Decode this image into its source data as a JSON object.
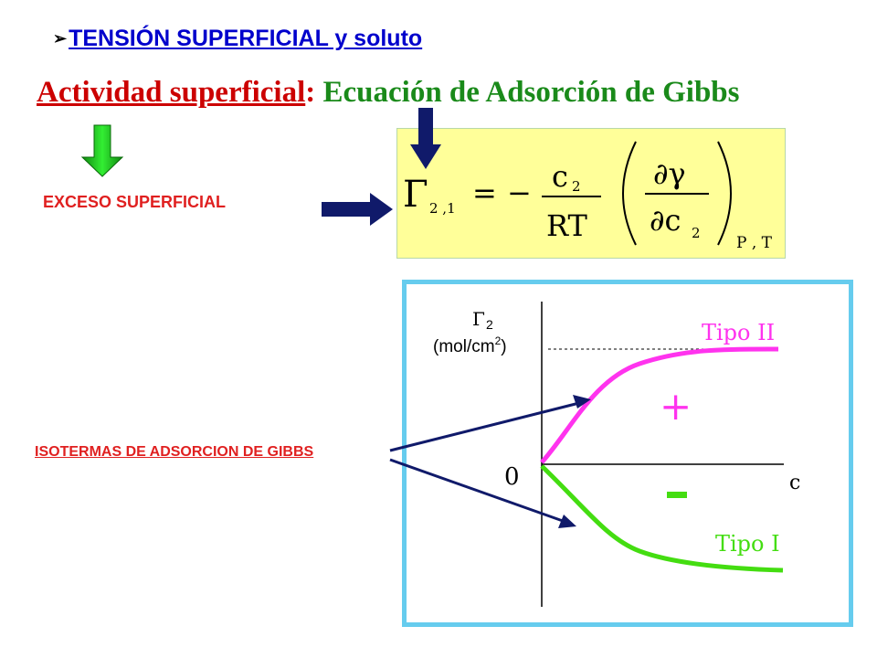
{
  "title": {
    "bullet": "➢",
    "text": "TENSIÓN  SUPERFICIAL  y soluto"
  },
  "subtitle": {
    "red_part": "Actividad superficial",
    "separator": ":",
    "green_part": "Ecuación de Adsorción de Gibbs"
  },
  "labels": {
    "exceso": "EXCESO SUPERFICIAL",
    "isotermas": "ISOTERMAS DE ADSORCION DE GIBBS"
  },
  "formula": {
    "gamma": "Γ",
    "gamma_sub": "2 ,1",
    "equals": "=",
    "minus": "−",
    "num": "c",
    "num_sub": "2",
    "den": "RT",
    "partial_num": "∂γ",
    "partial_den": "∂c",
    "partial_den_sub": "2",
    "conditions": "P , T"
  },
  "graph": {
    "ylabel_symbol": "Γ",
    "ylabel_sub": "2",
    "ylabel_unit_pre": "(mol/cm",
    "ylabel_unit_sup": "2",
    "ylabel_unit_post": ")",
    "origin": "0",
    "xlabel": "c",
    "tipo_ii": "Tipo II",
    "tipo_i": "Tipo I",
    "plus": "+"
  },
  "colors": {
    "tipo_ii": "#ff33ee",
    "tipo_i": "#44dd11",
    "arrow_green": "#22dd22",
    "arrow_navy": "#101a6a",
    "frame": "#66ccee",
    "formula_bg": "#ffff99"
  }
}
